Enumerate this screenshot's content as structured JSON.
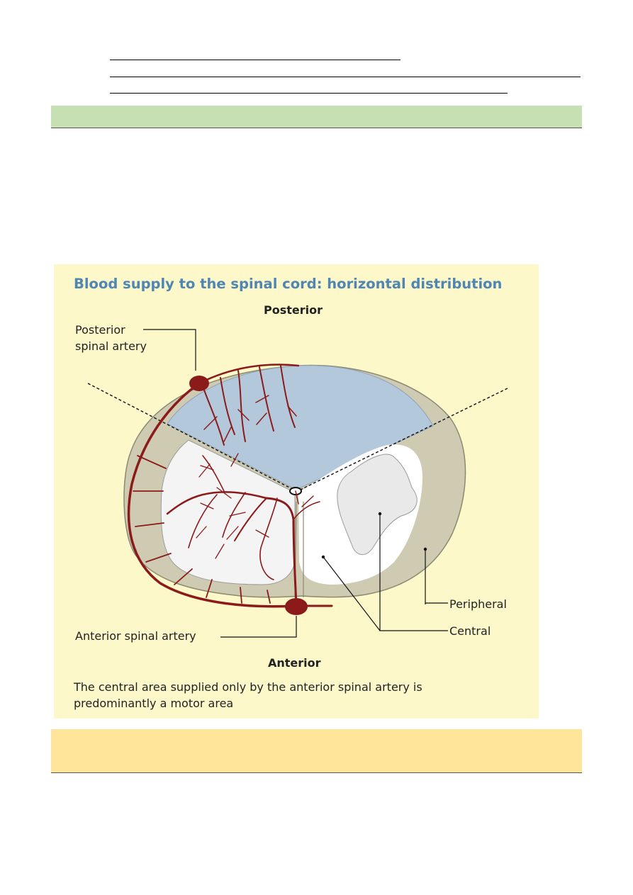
{
  "figure": {
    "title": "Blood supply to the spinal cord: horizontal distribution",
    "labels": {
      "posterior": "Posterior",
      "anterior": "Anterior",
      "posterior_artery_line1": "Posterior",
      "posterior_artery_line2": "spinal artery",
      "anterior_artery": "Anterior spinal artery",
      "peripheral": "Peripheral",
      "central": "Central"
    },
    "caption_line1": "The central area supplied only by the anterior spinal artery is",
    "caption_line2": "predominantly a motor area"
  },
  "colors": {
    "green_band": "#c6e0b4",
    "yellow_band": "#ffe599",
    "figure_background": "#fdf8c9",
    "posterior_region": "#b4c8dc",
    "peripheral_region": "#cfcbb3",
    "grey_matter": "#ececec",
    "artery": "#8b1a1a",
    "title_blue": "#4f86b4"
  }
}
